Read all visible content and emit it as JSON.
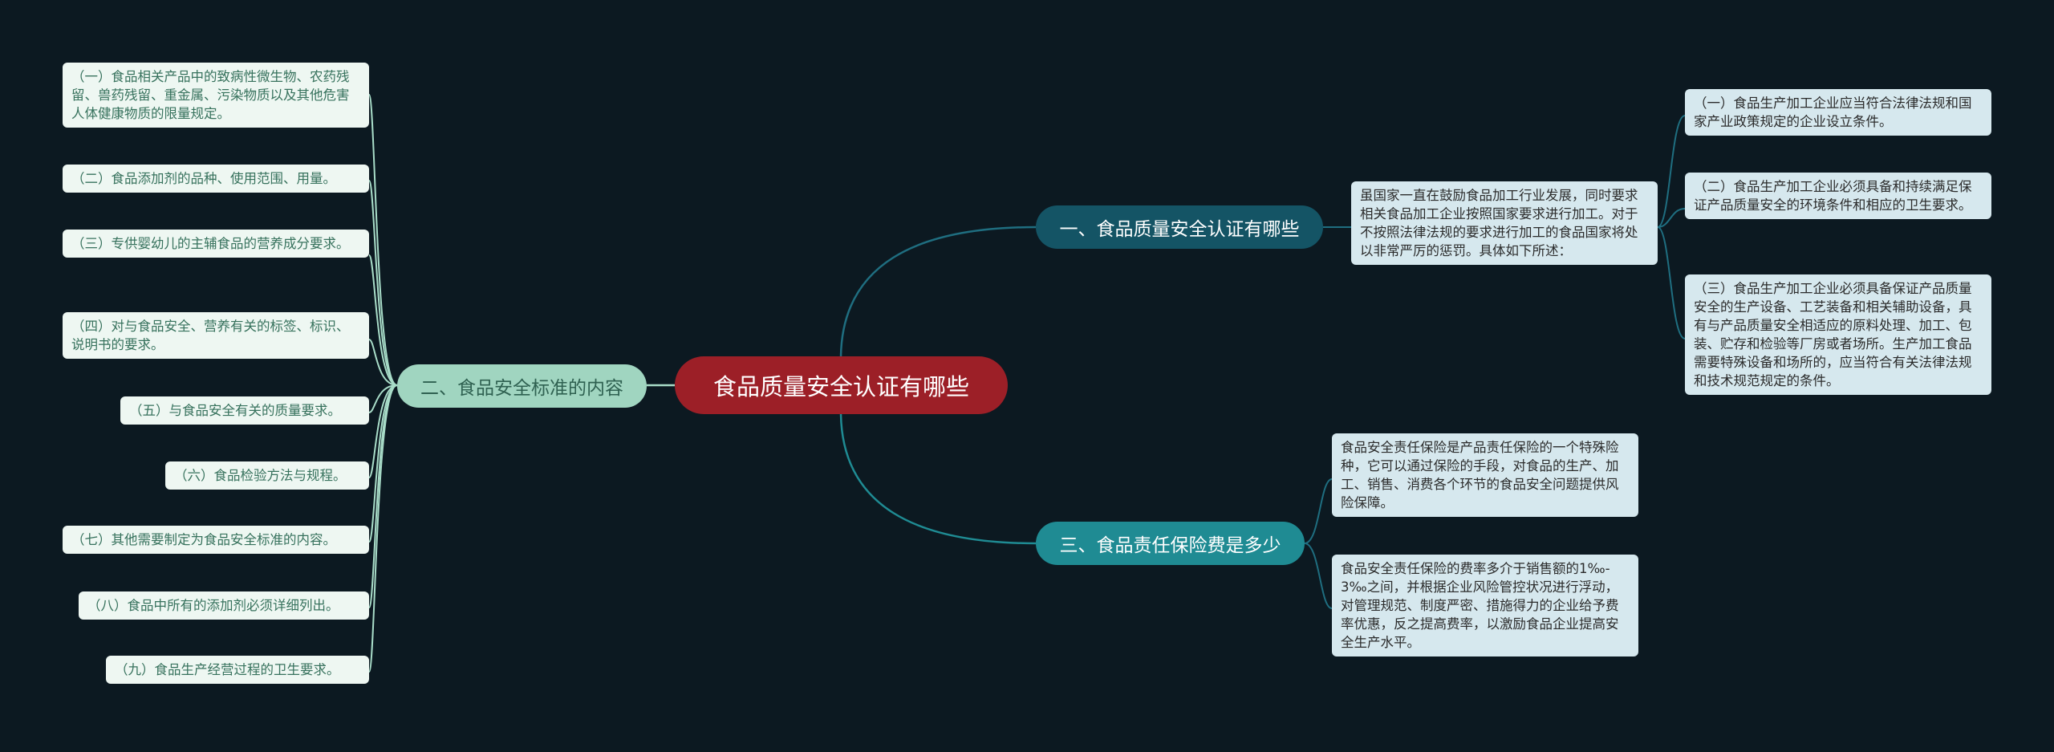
{
  "root": {
    "title": "食品质量安全认证有哪些"
  },
  "branches": {
    "b1": {
      "label": "一、食品质量安全认证有哪些",
      "summary": "虽国家一直在鼓励食品加工行业发展，同时要求相关食品加工企业按照国家要求进行加工。对于不按照法律法规的要求进行加工的食品国家将处以非常严厉的惩罚。具体如下所述：",
      "items": [
        "（一）食品生产加工企业应当符合法律法规和国家产业政策规定的企业设立条件。",
        "（二）食品生产加工企业必须具备和持续满足保证产品质量安全的环境条件和相应的卫生要求。",
        "（三）食品生产加工企业必须具备保证产品质量安全的生产设备、工艺装备和相关辅助设备，具有与产品质量安全相适应的原料处理、加工、包装、贮存和检验等厂房或者场所。生产加工食品需要特殊设备和场所的，应当符合有关法律法规和技术规范规定的条件。"
      ]
    },
    "b2": {
      "label": "二、食品安全标准的内容",
      "items": [
        "（一）食品相关产品中的致病性微生物、农药残留、兽药残留、重金属、污染物质以及其他危害人体健康物质的限量规定。",
        "（二）食品添加剂的品种、使用范围、用量。",
        "（三）专供婴幼儿的主辅食品的营养成分要求。",
        "（四）对与食品安全、营养有关的标签、标识、说明书的要求。",
        "（五）与食品安全有关的质量要求。",
        "（六）食品检验方法与规程。",
        "（七）其他需要制定为食品安全标准的内容。",
        "（八）食品中所有的添加剂必须详细列出。",
        "（九）食品生产经营过程的卫生要求。"
      ]
    },
    "b3": {
      "label": "三、食品责任保险费是多少",
      "items": [
        "食品安全责任保险是产品责任保险的一个特殊险种，它可以通过保险的手段，对食品的生产、加工、销售、消费各个环节的食品安全问题提供风险保障。",
        "食品安全责任保险的费率多介于销售额的1‰-3‰之间，并根据企业风险管控状况进行浮动，对管理规范、制度严密、措施得力的企业给予费率优惠，反之提高费率，以激励食品企业提高安全生产水平。"
      ]
    }
  },
  "colors": {
    "background": "#0c1921",
    "root": "#9c1f27",
    "branch1": "#145465",
    "branch2": "#a0d5c0",
    "branch3": "#1f8b93",
    "line_left": "#a8dcc8",
    "line_right": "#1f6e80"
  }
}
